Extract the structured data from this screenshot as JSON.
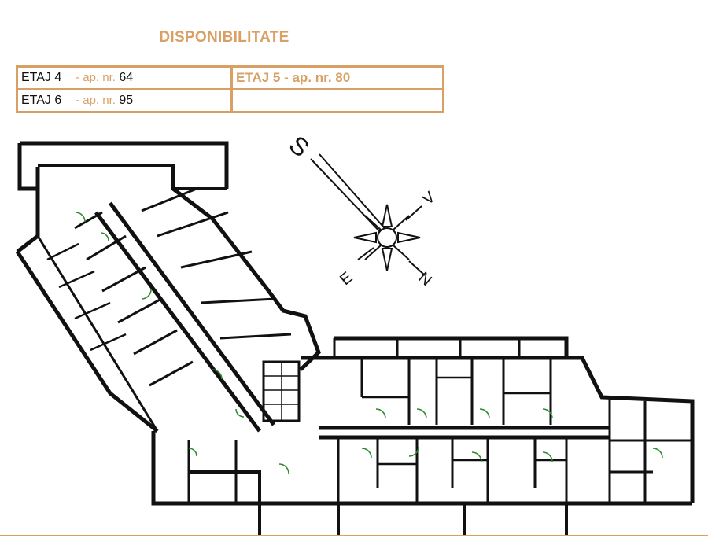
{
  "title": "DISPONIBILITATE",
  "table": {
    "row1": {
      "floor": "ETAJ 4",
      "prefix": "- ap. nr.",
      "number": "64",
      "right": "ETAJ 5 - ap. nr. 80"
    },
    "row2": {
      "floor": "ETAJ 6",
      "prefix": "- ap. nr.",
      "number": "95",
      "right": ""
    }
  },
  "compass": {
    "s": "S",
    "v": "V",
    "e": "E",
    "n": "N"
  },
  "colors": {
    "accent": "#d9a066",
    "lines": "#111111",
    "doors": "#2e8b2e"
  }
}
